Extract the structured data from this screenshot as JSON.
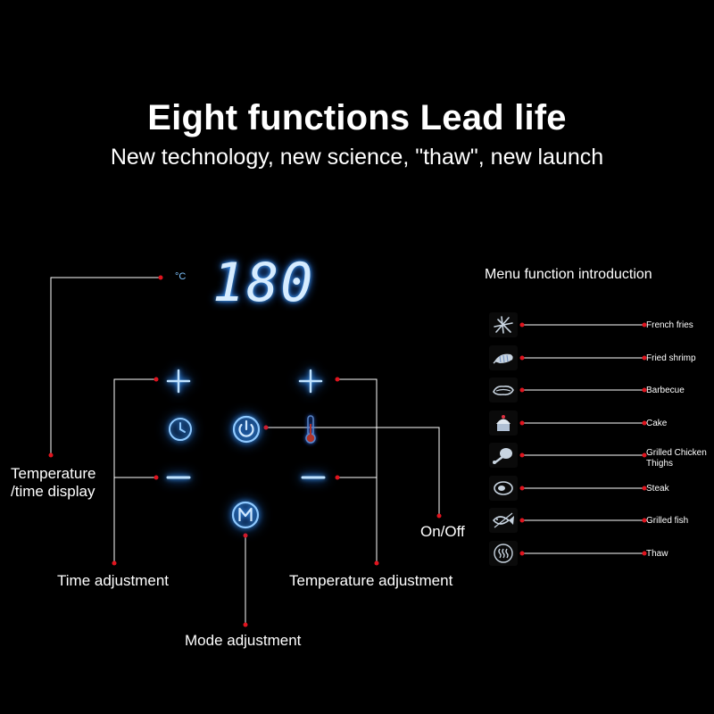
{
  "header": {
    "title": "Eight functions Lead life",
    "subtitle": "New technology, new science, \"thaw\", new launch"
  },
  "panel": {
    "display_value": "180",
    "unit": "°C"
  },
  "callouts": {
    "temp_time_display": [
      "Temperature",
      "/time display"
    ],
    "time_adjustment": "Time adjustment",
    "temperature_adjustment": "Temperature adjustment",
    "on_off": "On/Off",
    "mode_adjustment": "Mode adjustment"
  },
  "menu": {
    "title": "Menu function introduction",
    "items": [
      {
        "label": "French fries",
        "icon": "french-fries-icon"
      },
      {
        "label": "Fried shrimp",
        "icon": "shrimp-icon"
      },
      {
        "label": "Barbecue",
        "icon": "barbecue-icon"
      },
      {
        "label": "Cake",
        "icon": "cake-icon"
      },
      {
        "label": "Grilled Chicken Thighs",
        "icon": "chicken-thigh-icon"
      },
      {
        "label": "Steak",
        "icon": "steak-icon"
      },
      {
        "label": "Grilled fish",
        "icon": "fish-icon"
      },
      {
        "label": "Thaw",
        "icon": "thaw-icon"
      }
    ]
  },
  "colors": {
    "background": "#000000",
    "glow": "#3fa0ff",
    "marker": "#e0141e",
    "line": "#ffffff"
  }
}
